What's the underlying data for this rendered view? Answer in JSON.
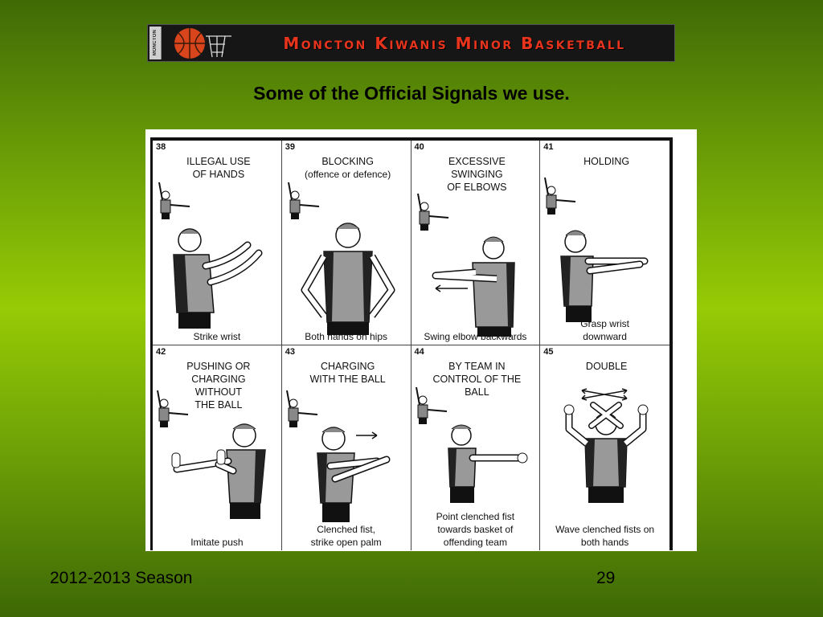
{
  "banner": {
    "logo_vertical_text": "MONCTON",
    "title": "Moncton Kiwanis Minor Basketball"
  },
  "heading": "Some of the Official Signals we use.",
  "signals": [
    {
      "num": "38",
      "title": "ILLEGAL USE\nOF HANDS",
      "subtitle": "",
      "caption": "Strike wrist"
    },
    {
      "num": "39",
      "title": "BLOCKING",
      "subtitle": "(offence or defence)",
      "caption": "Both hands on hips"
    },
    {
      "num": "40",
      "title": "EXCESSIVE\nSWINGING\nOF ELBOWS",
      "subtitle": "",
      "caption": "Swing elbow backwards"
    },
    {
      "num": "41",
      "title": "HOLDING",
      "subtitle": "",
      "caption": "Grasp wrist\ndownward"
    },
    {
      "num": "42",
      "title": "PUSHING OR\nCHARGING\nWITHOUT\nTHE BALL",
      "subtitle": "",
      "caption": "Imitate push"
    },
    {
      "num": "43",
      "title": "CHARGING\nWITH THE BALL",
      "subtitle": "",
      "caption": "Clenched fist,\nstrike open palm"
    },
    {
      "num": "44",
      "title": "BY TEAM IN\nCONTROL OF THE\nBALL",
      "subtitle": "",
      "caption": "Point clenched fist\ntowards basket of\noffending team"
    },
    {
      "num": "45",
      "title": "DOUBLE",
      "subtitle": "",
      "caption": "Wave clenched fists on\nboth hands"
    }
  ],
  "footer": {
    "season": "2012-2013 Season",
    "page_number": "29"
  },
  "colors": {
    "banner_text": "#e8341c",
    "background_mid": "#96cb05",
    "background_edge": "#3f6a06"
  }
}
